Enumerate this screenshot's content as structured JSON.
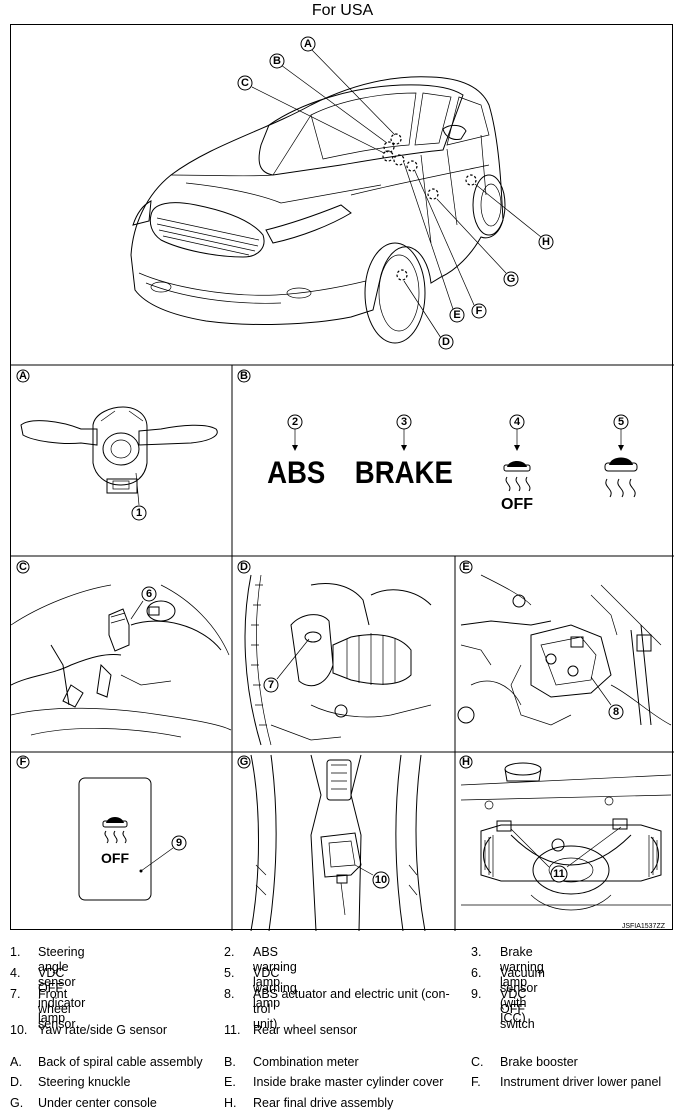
{
  "title": "For USA",
  "image_code": "JSFIA1537ZZ",
  "callout_letters": [
    "A",
    "B",
    "C",
    "D",
    "E",
    "F",
    "G",
    "H"
  ],
  "panels": {
    "A": {
      "letter": "A",
      "callouts": [
        "1"
      ]
    },
    "B": {
      "letter": "B",
      "callouts": [
        "2",
        "3",
        "4",
        "5"
      ],
      "abs_text": "ABS",
      "brake_text": "BRAKE",
      "off_text": "OFF"
    },
    "C": {
      "letter": "C",
      "callouts": [
        "6"
      ]
    },
    "D": {
      "letter": "D",
      "callouts": [
        "7"
      ]
    },
    "E": {
      "letter": "E",
      "callouts": [
        "8"
      ]
    },
    "F": {
      "letter": "F",
      "callouts": [
        "9"
      ],
      "off_text": "OFF"
    },
    "G": {
      "letter": "G",
      "callouts": [
        "10"
      ]
    },
    "H": {
      "letter": "H",
      "callouts": [
        "11"
      ]
    }
  },
  "legend": {
    "numbered": [
      {
        "n": "1.",
        "text": "Steering angle sensor"
      },
      {
        "n": "2.",
        "text": "ABS warning lamp"
      },
      {
        "n": "3.",
        "text": "Brake warning lamp"
      },
      {
        "n": "4.",
        "text": "VDC OFF indicator lamp"
      },
      {
        "n": "5.",
        "text": "VDC warning lamp"
      },
      {
        "n": "6.",
        "text": "Vacuum sensor (with ICC)"
      },
      {
        "n": "7.",
        "text": "Front wheel sensor"
      },
      {
        "n": "8.",
        "text": "ABS actuator and electric unit (con-"
      },
      {
        "n": "9.",
        "text": "VDC OFF switch"
      },
      {
        "n": "10.",
        "text": "Yaw rate/side G sensor"
      },
      {
        "n": "11.",
        "text": "Rear wheel sensor"
      }
    ],
    "item8_line2": "trol unit)",
    "lettered": [
      {
        "n": "A.",
        "text": "Back of spiral cable assembly"
      },
      {
        "n": "B.",
        "text": "Combination meter"
      },
      {
        "n": "C.",
        "text": "Brake booster"
      },
      {
        "n": "D.",
        "text": "Steering knuckle"
      },
      {
        "n": "E.",
        "text": "Inside brake master cylinder cover"
      },
      {
        "n": "F.",
        "text": "Instrument driver lower panel"
      },
      {
        "n": "G.",
        "text": "Under center console"
      },
      {
        "n": "H.",
        "text": "Rear final drive assembly"
      }
    ]
  }
}
